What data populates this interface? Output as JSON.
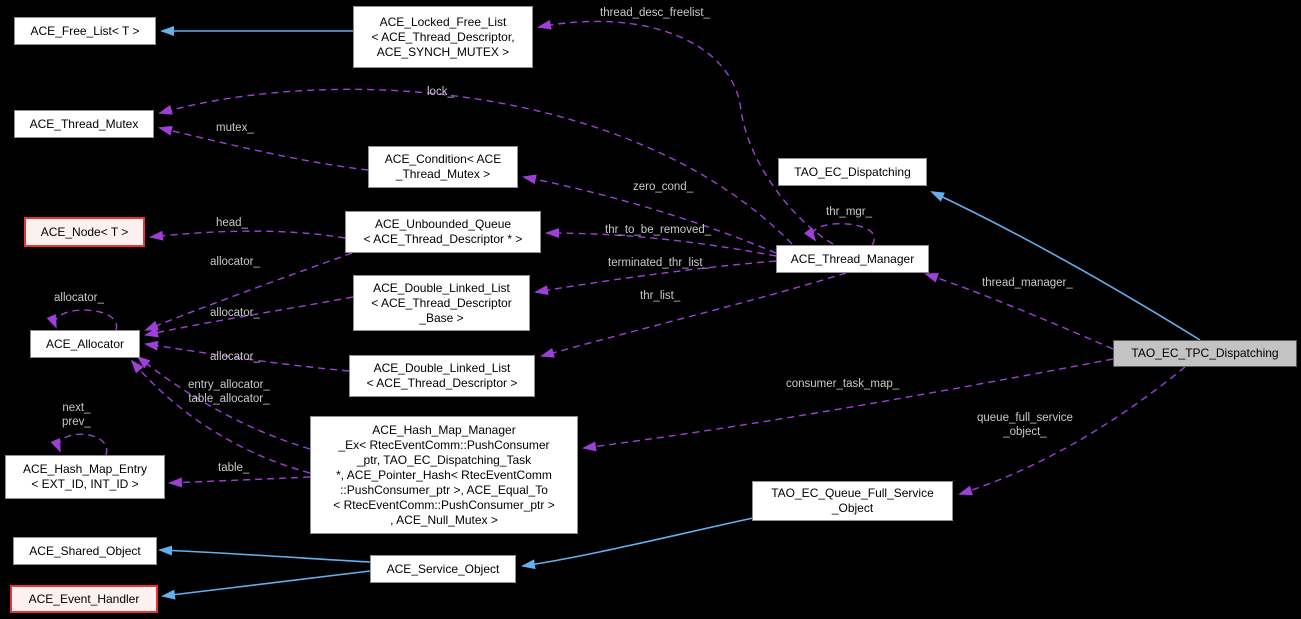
{
  "diagram": {
    "type": "class-collaboration-graph",
    "focus_class": "TAO_EC_TPC_Dispatching"
  },
  "colors": {
    "background": "#000000",
    "usage_edge": "#9e3fd8",
    "inheritance_edge": "#63b0f0",
    "node_fill": "#ffffff",
    "node_border": "#8f8f8f",
    "focus_node_fill": "#c3c3c3",
    "alert_node_border": "#e63535",
    "alert_node_fill": "#fdf0f0",
    "edge_label_color": "#c9c9c9"
  },
  "nodes": {
    "free_list": {
      "label": "ACE_Free_List< T >"
    },
    "locked_free_list": {
      "label": "ACE_Locked_Free_List\n< ACE_Thread_Descriptor,\nACE_SYNCH_MUTEX >"
    },
    "thread_mutex": {
      "label": "ACE_Thread_Mutex"
    },
    "condition": {
      "label": "ACE_Condition< ACE\n_Thread_Mutex >"
    },
    "ec_dispatching": {
      "label": "TAO_EC_Dispatching"
    },
    "node_t": {
      "label": "ACE_Node< T >"
    },
    "unbounded_queue": {
      "label": "ACE_Unbounded_Queue\n< ACE_Thread_Descriptor * >"
    },
    "thread_manager": {
      "label": "ACE_Thread_Manager"
    },
    "dll_base": {
      "label": "ACE_Double_Linked_List\n< ACE_Thread_Descriptor\n_Base >"
    },
    "allocator": {
      "label": "ACE_Allocator"
    },
    "dll_desc": {
      "label": "ACE_Double_Linked_List\n< ACE_Thread_Descriptor >"
    },
    "tpc_dispatching": {
      "label": "TAO_EC_TPC_Dispatching"
    },
    "hash_map_entry": {
      "label": "ACE_Hash_Map_Entry\n< EXT_ID, INT_ID >"
    },
    "hash_map_manager": {
      "label": "ACE_Hash_Map_Manager\n_Ex< RtecEventComm::PushConsumer\n_ptr, TAO_EC_Dispatching_Task\n*, ACE_Pointer_Hash< RtecEventComm\n::PushConsumer_ptr >, ACE_Equal_To\n< RtecEventComm::PushConsumer_ptr >\n, ACE_Null_Mutex >"
    },
    "queue_full_service": {
      "label": "TAO_EC_Queue_Full_Service\n_Object"
    },
    "shared_object": {
      "label": "ACE_Shared_Object"
    },
    "service_object": {
      "label": "ACE_Service_Object"
    },
    "event_handler": {
      "label": "ACE_Event_Handler"
    }
  },
  "edge_labels": {
    "thread_desc_freelist": "thread_desc_freelist_",
    "lock": "lock_",
    "mutex": "mutex_",
    "zero_cond": "zero_cond_",
    "thr_mgr": "thr_mgr_",
    "head": "head_",
    "thr_to_be_removed": "thr_to_be_removed_",
    "terminated_thr_list": "terminated_thr_list_",
    "thr_list": "thr_list_",
    "allocator_queue": "allocator_",
    "allocator_self": "allocator_",
    "allocator_base": "allocator_",
    "allocator_desc": "allocator_",
    "entry_table_allocator": "entry_allocator_\ntable_allocator_",
    "next_prev": "next_\nprev_",
    "table": "table_",
    "thread_manager": "thread_manager_",
    "consumer_task_map": "consumer_task_map_",
    "queue_full_service_object": "queue_full_service\n_object_"
  }
}
